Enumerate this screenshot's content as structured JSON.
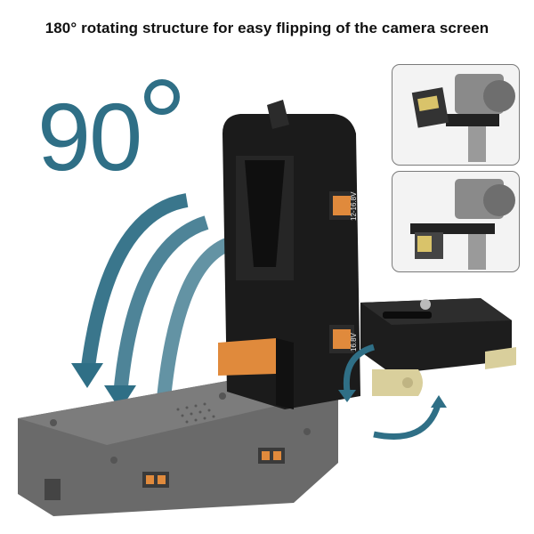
{
  "headline": "180° rotating structure for easy flipping of the camera screen",
  "angle_text": "90",
  "port_label_upper": "12-16.8V",
  "port_label_lower": "16.8V",
  "colors": {
    "accent": "#2f6f86",
    "plate_body": "#1f1f1f",
    "base_gray": "#6f6f6f",
    "connector": "#e08a3c",
    "knob": "#d9cf9c"
  },
  "insets": [
    {
      "name": "camera-screen-flipped-view"
    },
    {
      "name": "camera-screen-normal-view"
    }
  ]
}
